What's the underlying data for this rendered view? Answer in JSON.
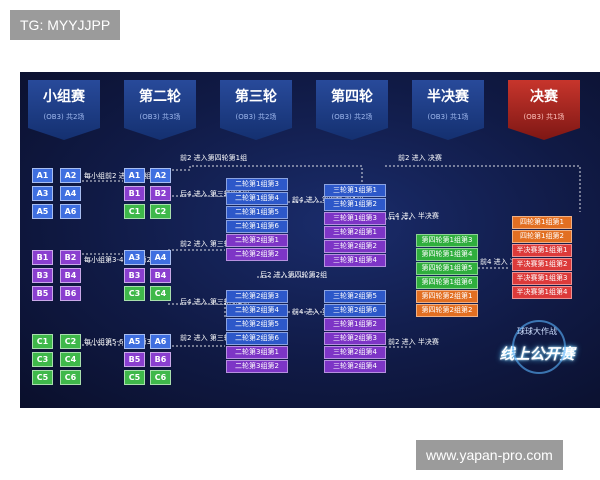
{
  "watermarks": {
    "top_left": "TG: MYYJJPP",
    "bottom_right": "www.yapan-pro.com"
  },
  "headers": [
    {
      "title": "小组赛",
      "sub": "(OB3) 共2场"
    },
    {
      "title": "第二轮",
      "sub": "(OB3) 共3场"
    },
    {
      "title": "第三轮",
      "sub": "(OB3) 共2场"
    },
    {
      "title": "第四轮",
      "sub": "(OB3) 共2场"
    },
    {
      "title": "半决赛",
      "sub": "(OB3) 共1场"
    },
    {
      "title": "决赛",
      "sub": "(OB3) 共1场"
    }
  ],
  "groups": {
    "A": [
      "A1",
      "A2",
      "A3",
      "A4",
      "A5",
      "A6"
    ],
    "B": [
      "B1",
      "B2",
      "B3",
      "B4",
      "B5",
      "B6"
    ],
    "C": [
      "C1",
      "C2",
      "C3",
      "C4",
      "C5",
      "C6"
    ]
  },
  "round2_slots": {
    "g1": [
      "A1",
      "A2",
      "B1",
      "B2",
      "C1",
      "C2"
    ],
    "g2": [
      "A3",
      "A4",
      "B3",
      "B4",
      "C3",
      "C4"
    ],
    "g3": [
      "A5",
      "A6",
      "B5",
      "B6",
      "C5",
      "C6"
    ]
  },
  "group_notes": [
    "每小组前2 进入第1组",
    "每小组第3-4 进入第2组",
    "每小组第5-6 进入第3组"
  ],
  "round3": [
    "二轮第1组第3",
    "二轮第1组第4",
    "二轮第1组第5",
    "二轮第1组第6",
    "二轮第2组第1",
    "二轮第2组第2",
    "二轮第2组第3",
    "二轮第2组第4",
    "二轮第2组第5",
    "二轮第2组第6",
    "二轮第3组第1",
    "二轮第3组第2"
  ],
  "round4": [
    "三轮第1组第1",
    "三轮第1组第2",
    "三轮第1组第3",
    "三轮第2组第1",
    "三轮第2组第2",
    "三轮第1组第4",
    "三轮第2组第5",
    "三轮第2组第6",
    "三轮第1组第2",
    "三轮第2组第3",
    "三轮第2组第4",
    "三轮第2组第4"
  ],
  "semis": [
    "第四轮第1组第3",
    "第四轮第1组第4",
    "第四轮第1组第5",
    "第四轮第1组第6",
    "第四轮第2组第1",
    "第四轮第2组第2"
  ],
  "finals": [
    "四轮第1组第1",
    "四轮第1组第2",
    "半决赛第1组第1",
    "半决赛第1组第2",
    "半决赛第1组第3",
    "半决赛第1组第4"
  ],
  "notes": {
    "r2_top": "前2 进入第四轮第1组",
    "r2_top_b": "后4 进入 第三轮第1组",
    "r2_mid": "前2 进入 第三轮第1组",
    "r2_mid_b": "后4 进入 第三轮第2组",
    "r2_bot": "前2 进入 第三轮第2组",
    "r3_mid": "后2 进入第四轮第2组",
    "r3_top": "前4 进入 第四轮 第1组",
    "r3_bot": "前4 进入 第四轮 第2组",
    "r4_top": "前2 进入 决赛",
    "r4_mid": "后4 进入 半决赛",
    "r4_bot": "前2 进入 半决赛",
    "semi": "前4 进入 决赛"
  },
  "logo": {
    "line1": "球球大作战",
    "line2": "线上公开赛"
  }
}
